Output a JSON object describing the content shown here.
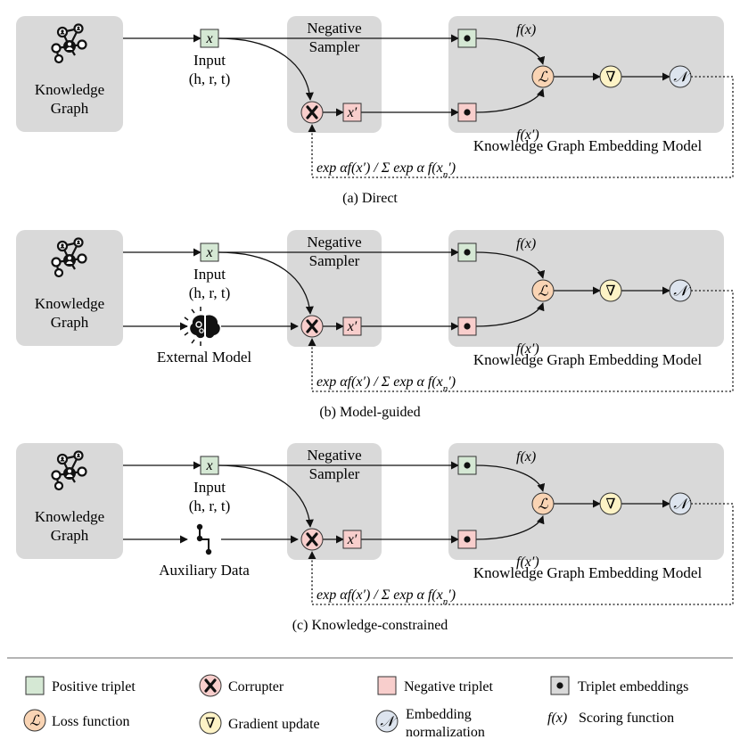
{
  "panels": [
    {
      "kg": [
        "Knowledge",
        "Graph"
      ],
      "input": {
        "symbol": "x",
        "line1": "Input",
        "line2": "(h, r, t)"
      },
      "sampler": [
        "Negative",
        "Sampler"
      ],
      "neg": "x′",
      "model": "Knowledge Graph Embedding Model",
      "fx": "f(x)",
      "fxp": "f(x′)",
      "loss": "ℒ",
      "grad": "∇",
      "norm": "𝒩",
      "formula": "exp αf(x′) / Σ exp α f(xₙ′)",
      "caption": "(a) Direct"
    },
    {
      "kg": [
        "Knowledge",
        "Graph"
      ],
      "input": {
        "symbol": "x",
        "line1": "Input",
        "line2": "(h, r, t)"
      },
      "extra": "External Model",
      "extra_icon": "brain-icon",
      "sampler": [
        "Negative",
        "Sampler"
      ],
      "neg": "x′",
      "model": "Knowledge Graph Embedding Model",
      "fx": "f(x)",
      "fxp": "f(x′)",
      "loss": "ℒ",
      "grad": "∇",
      "norm": "𝒩",
      "formula": "exp αf(x′) / Σ exp α f(xₙ′)",
      "caption": "(b) Model-guided"
    },
    {
      "kg": [
        "Knowledge",
        "Graph"
      ],
      "input": {
        "symbol": "x",
        "line1": "Input",
        "line2": "(h, r, t)"
      },
      "extra": "Auxiliary Data",
      "extra_icon": "auxiliary-data-icon",
      "sampler": [
        "Negative",
        "Sampler"
      ],
      "neg": "x′",
      "model": "Knowledge Graph Embedding Model",
      "fx": "f(x)",
      "fxp": "f(x′)",
      "loss": "ℒ",
      "grad": "∇",
      "norm": "𝒩",
      "formula": "exp αf(x′) / Σ exp α f(xₙ′)",
      "caption": "(c) Knowledge-constrained"
    }
  ],
  "legend": {
    "positive": "Positive triplet",
    "corrupter": "Corrupter",
    "negative": "Negative triplet",
    "embeddings": "Triplet embeddings",
    "loss": "Loss function",
    "gradient": "Gradient update",
    "normalization_1": "Embedding",
    "normalization_2": "normalization",
    "scoring_symbol": "f(x)",
    "scoring": "Scoring function"
  },
  "colors": {
    "box": "#d9d9d9",
    "positive": "#d5e8d4",
    "negative": "#f8cecc",
    "loss": "#f9d4b4",
    "gradient": "#fdf3c6",
    "normalization": "#dde4ee"
  }
}
